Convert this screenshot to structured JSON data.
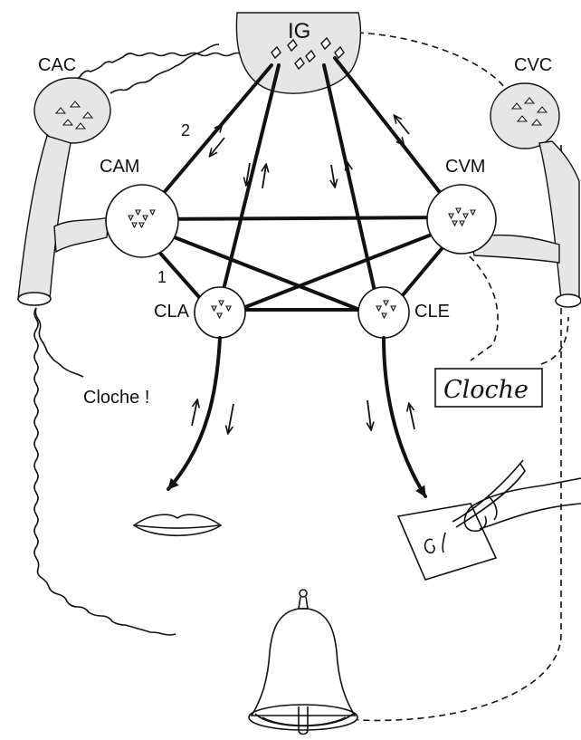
{
  "labels": {
    "ig": "IG",
    "cac": "CAC",
    "cvc": "CVC",
    "cam": "CAM",
    "cvm": "CVM",
    "cla": "CLA",
    "cle": "CLE",
    "path1": "1",
    "path2": "2",
    "spoken_word": "Cloche !",
    "written_word": "Cloche"
  },
  "icons": [
    "lips-icon",
    "writing-hand-icon",
    "bell-icon",
    "ear-icon",
    "eye-icon"
  ]
}
